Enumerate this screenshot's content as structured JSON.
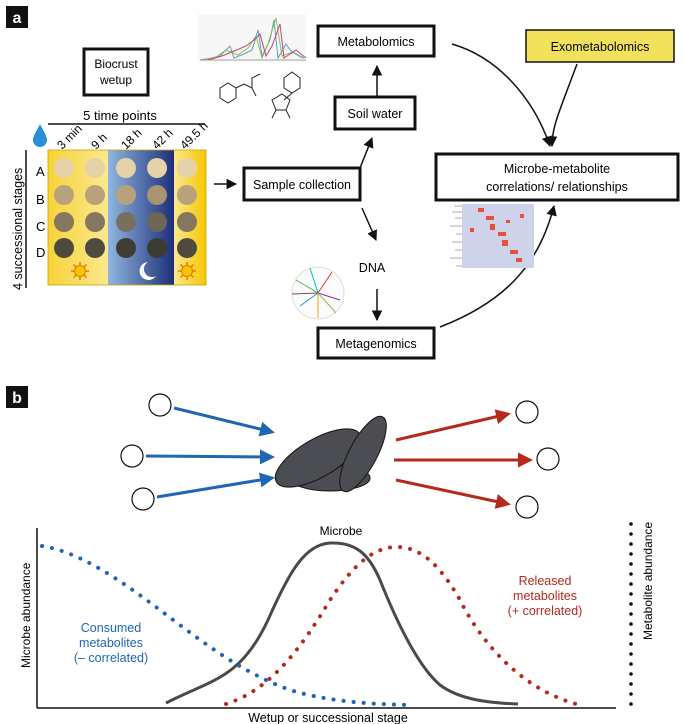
{
  "panel_a": {
    "label": "a",
    "biocrust": [
      "Biocrust",
      "wetup"
    ],
    "time_header": "5 time points",
    "time_points": [
      "3 min",
      "9 h",
      "18 h",
      "42 h",
      "49.5 h"
    ],
    "stages_label": "4 successional stages",
    "stages": [
      "A",
      "B",
      "C",
      "D"
    ],
    "sample_collection": "Sample collection",
    "soil_water": "Soil water",
    "metabolomics": "Metabolomics",
    "exometabolomics": "Exometabolomics",
    "correlations": [
      "Microbe-metabolite",
      "correlations/ relationships"
    ],
    "dna": "DNA",
    "metagenomics": "Metagenomics"
  },
  "panel_b": {
    "label": "b",
    "microbe": "Microbe",
    "y_left": "Microbe abundance",
    "y_right": "Metabolite abundance",
    "x_axis": "Wetup or successional stage",
    "consumed": [
      "Consumed",
      "metabolites",
      "(– correlated)"
    ],
    "released": [
      "Released",
      "metabolites",
      "(+ correlated)"
    ]
  },
  "colors": {
    "blue": "#1f66b3",
    "red": "#b52a1c",
    "gray": "#555555",
    "exo_fill": "#f2e15a",
    "sun_yellow": "#f7c600",
    "night_blue": "#2b3f8f"
  }
}
